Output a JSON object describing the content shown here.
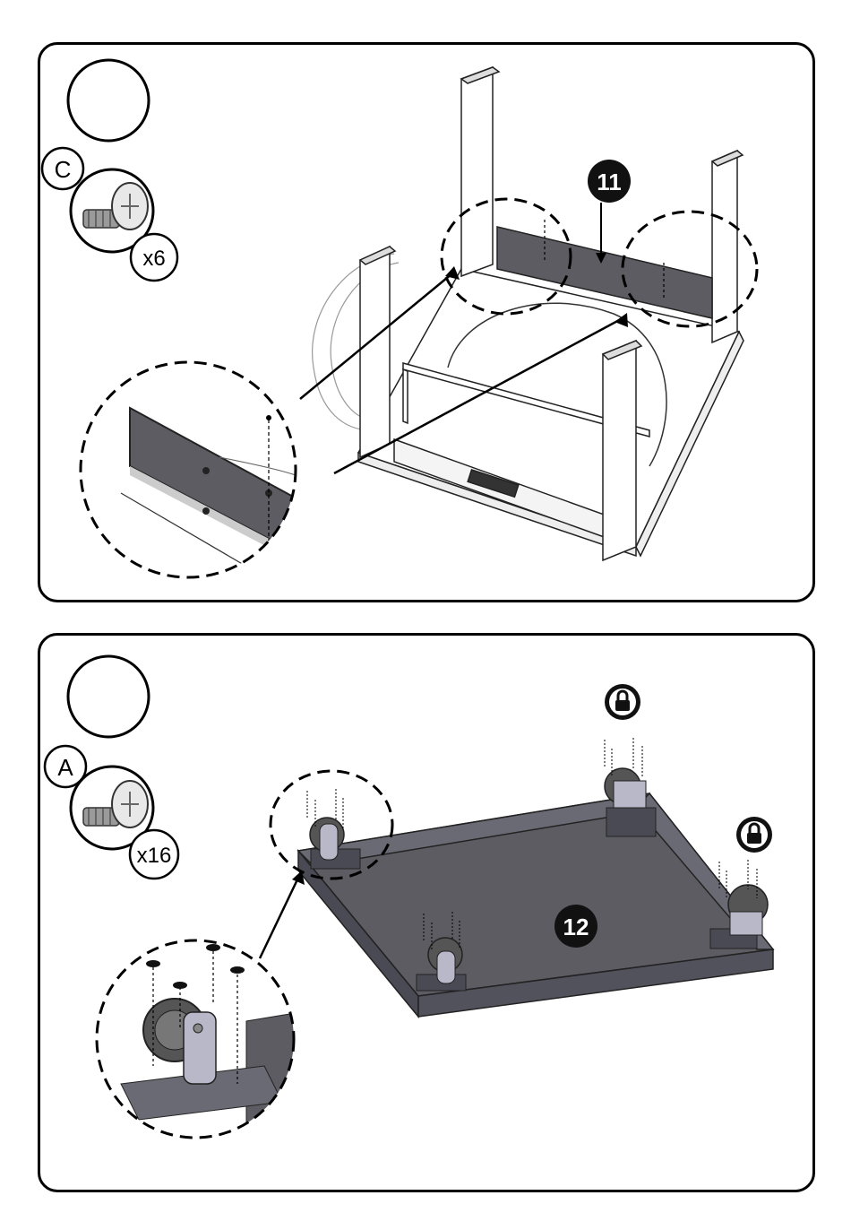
{
  "steps": [
    {
      "step_number": "",
      "hardware": {
        "letter": "C",
        "quantity": "x6",
        "icon": "screw-icon"
      },
      "callout": "11"
    },
    {
      "step_number": "",
      "hardware": {
        "letter": "A",
        "quantity": "x16",
        "icon": "screw-icon"
      },
      "callout": "12",
      "lock_icons": [
        "lock-icon",
        "lock-icon"
      ]
    }
  ],
  "colors": {
    "panel_gray": "#5c5c62",
    "frame_gray": "#4a4a55",
    "outline": "#000000"
  }
}
